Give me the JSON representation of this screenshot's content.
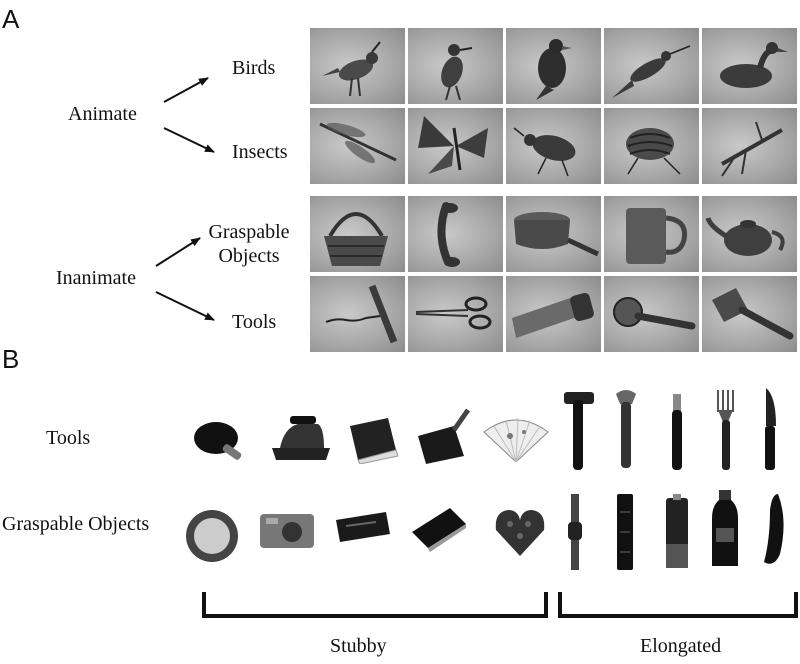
{
  "panel_a": {
    "letter": "A",
    "animate": "Animate",
    "inanimate": "Inanimate",
    "categories": {
      "birds": "Birds",
      "insects": "Insects",
      "graspable_line1": "Graspable",
      "graspable_line2": "Objects",
      "tools": "Tools"
    },
    "rows": [
      {
        "name": "birds",
        "items": [
          "crested-bird",
          "heron",
          "blackbird",
          "swallow",
          "duck"
        ]
      },
      {
        "name": "insects",
        "items": [
          "dragonfly",
          "butterfly",
          "beetle",
          "potato-beetle",
          "mantis"
        ]
      },
      {
        "name": "graspable",
        "items": [
          "basket",
          "phone-handset",
          "saucepan",
          "mug",
          "teapot"
        ]
      },
      {
        "name": "tools",
        "items": [
          "corkscrew",
          "scissors",
          "saw",
          "pizza-cutter",
          "cleaver"
        ]
      }
    ]
  },
  "panel_b": {
    "letter": "B",
    "row_labels": {
      "tools": "Tools",
      "graspable": "Graspable Objects"
    },
    "tools_row": [
      "ping-pong-paddle",
      "iron",
      "sponge",
      "dustpan",
      "hand-fan",
      "hammer",
      "wrench",
      "toothbrush",
      "fork",
      "knife"
    ],
    "graspable_row": [
      "plate",
      "camera",
      "tape-cassette",
      "notebook",
      "heart-box",
      "wristwatch",
      "candy-bar",
      "battery",
      "water-bottle",
      "eggplant"
    ],
    "groups": {
      "stubby": "Stubby",
      "elongated": "Elongated"
    }
  }
}
